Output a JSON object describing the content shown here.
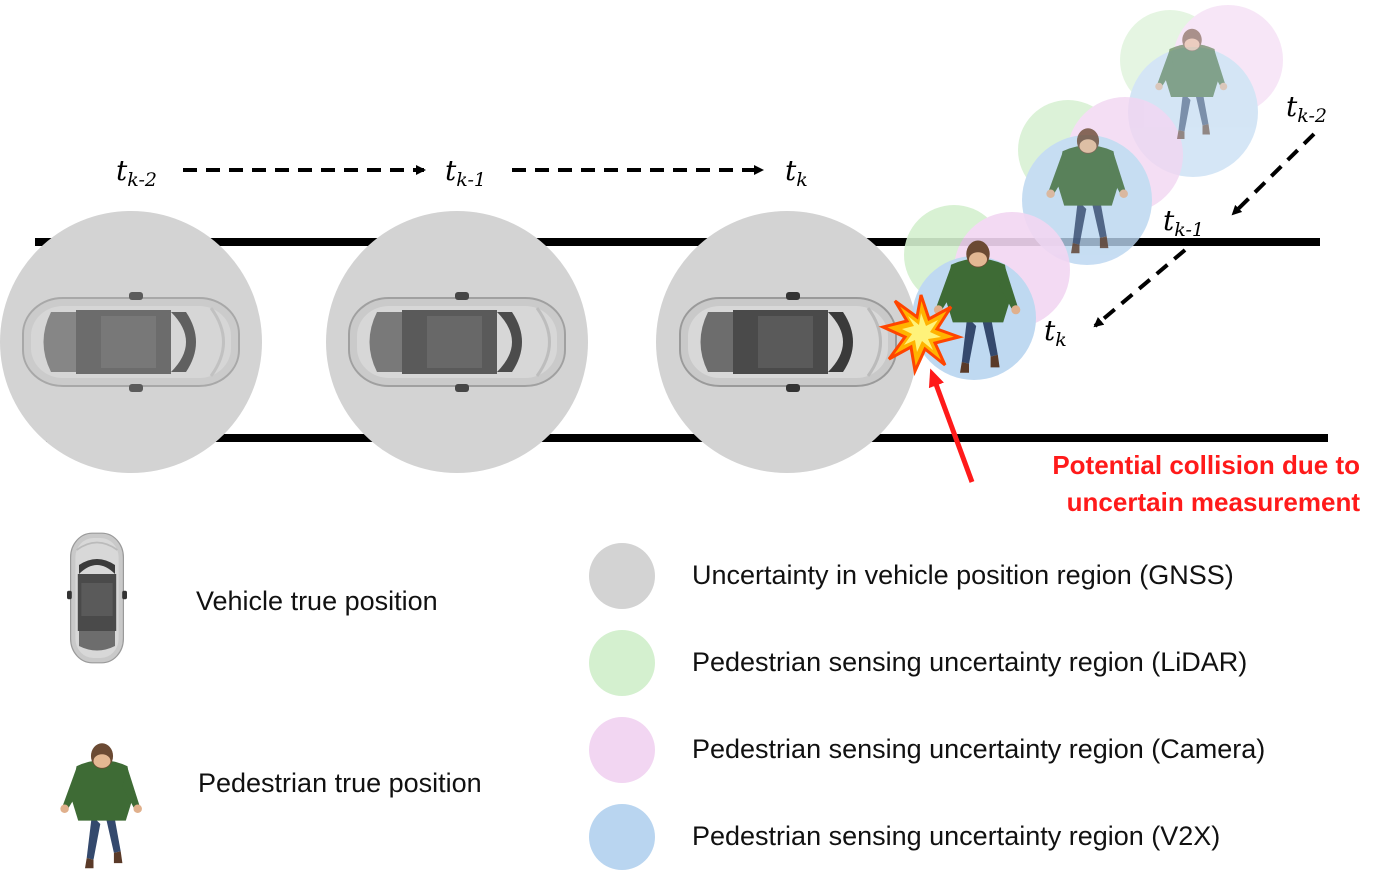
{
  "time_steps": {
    "base": "t",
    "vehicle": [
      {
        "sub": "k-2"
      },
      {
        "sub": "k-1"
      },
      {
        "sub": "k"
      }
    ],
    "pedestrian": [
      {
        "sub": "k-2"
      },
      {
        "sub": "k-1"
      },
      {
        "sub": "k"
      }
    ]
  },
  "collision": {
    "line1": "Potential collision due to",
    "line2": "uncertain measurement"
  },
  "legend": {
    "vehicle_true": "Vehicle true position",
    "pedestrian_true": "Pedestrian true position",
    "gnss": "Uncertainty in vehicle position region (GNSS)",
    "lidar": "Pedestrian sensing uncertainty region (LiDAR)",
    "camera": "Pedestrian sensing uncertainty region (Camera)",
    "v2x": "Pedestrian sensing uncertainty region (V2X)"
  },
  "colors": {
    "gnss": "#d3d3d3",
    "lidar": "#d4f0cf",
    "camera": "#f2d6f2",
    "v2x": "#b9d5f0",
    "collision": "#ff1a1a",
    "road": "#000000",
    "car_body": "#c8c8c8",
    "pedestrian_shirt": "#3e6b35",
    "pedestrian_pants": "#3b4e73"
  },
  "icons": [
    "car-icon",
    "pedestrian-icon",
    "explosion-icon"
  ]
}
